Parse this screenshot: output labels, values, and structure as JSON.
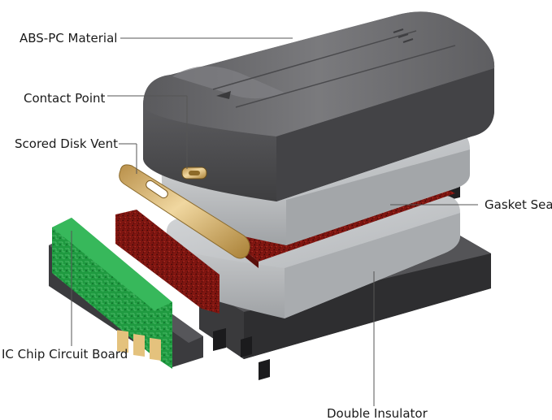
{
  "labels": {
    "abs_pc": "ABS-PC Material",
    "contact": "Contact Point",
    "vent": "Scored Disk Vent",
    "gasket": "Gasket Seal",
    "ic_board": "IC Chip Circuit Board",
    "insulator": "Double Insulator"
  },
  "colors": {
    "shell": "#5c5c5e",
    "cell": "#c6c8ca",
    "gasket": "#8a1a14",
    "pcb": "#23a046",
    "contact": "#d8b36a",
    "tray": "#3a3a3c",
    "leader": "#555555"
  }
}
